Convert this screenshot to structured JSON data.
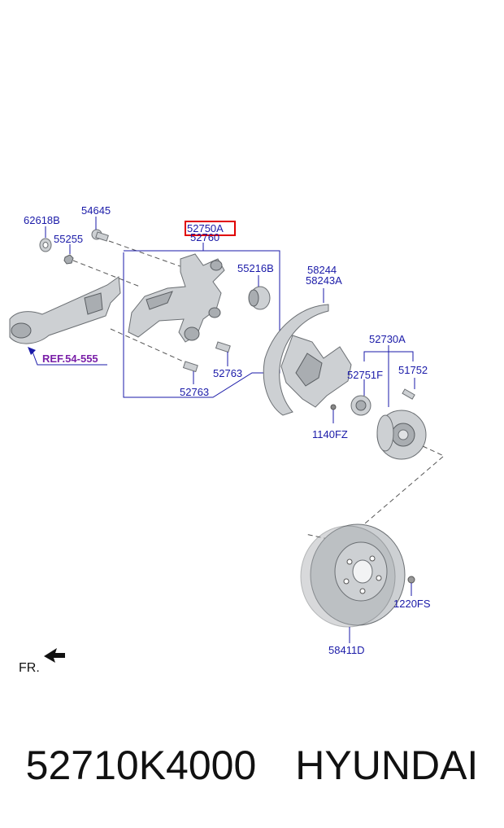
{
  "labels": {
    "p62618B": "62618B",
    "p54645": "54645",
    "p55255": "55255",
    "p52750A": "52750A",
    "p52760": "52760",
    "p55216B": "55216B",
    "p58244": "58244",
    "p58243A": "58243A",
    "p52763a": "52763",
    "p52763b": "52763",
    "p52730A": "52730A",
    "p52751F": "52751F",
    "p51752": "51752",
    "p1140FZ": "1140FZ",
    "p1220FS": "1220FS",
    "p58411D": "58411D",
    "ref": "REF.54-555",
    "fr": "FR."
  },
  "caption": {
    "part_number": "52710K4000",
    "brand": "HYUNDAI"
  },
  "colors": {
    "label": "#1a1aa8",
    "ref": "#7a1fa8",
    "highlight_box": "#e00000"
  }
}
